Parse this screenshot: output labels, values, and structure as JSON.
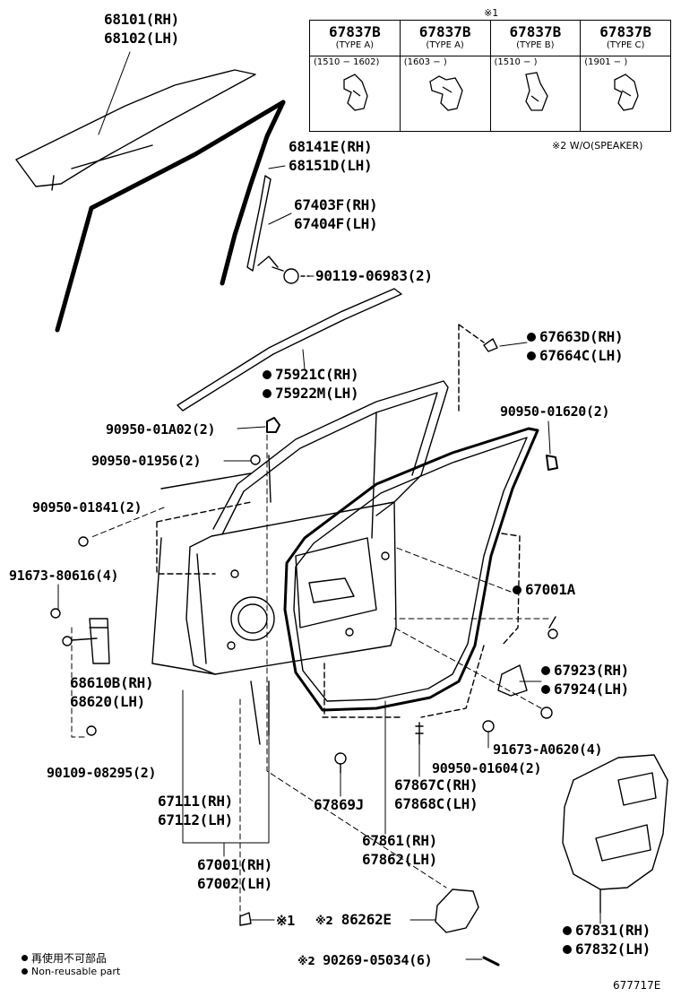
{
  "variant_table": {
    "note_mark": "※1",
    "columns": [
      {
        "code": "67837B",
        "type": "(TYPE A)",
        "range": "(1510 − 1602)"
      },
      {
        "code": "67837B",
        "type": "(TYPE A)",
        "range": "(1603 −       )"
      },
      {
        "code": "67837B",
        "type": "(TYPE B)",
        "range": "(1510 −       )"
      },
      {
        "code": "67837B",
        "type": "(TYPE C)",
        "range": "(1901 −       )"
      }
    ]
  },
  "footnote_speaker": "※2 W/O(SPEAKER)",
  "parts": {
    "glass": [
      "68101(RH)",
      "68102(LH)"
    ],
    "run_channel": [
      "68141E(RH)",
      "68151D(LH)"
    ],
    "rear_channel": [
      "67403F(RH)",
      "67404F(LH)"
    ],
    "bolt_06983": "90119-06983(2)",
    "belt_moulding": [
      "75921C(RH)",
      "75922M(LH)"
    ],
    "cover_67663": [
      "67663D(RH)",
      "67664C(LH)"
    ],
    "clip_01a02": "90950-01A02(2)",
    "clip_01620": "90950-01620(2)",
    "clip_01956": "90950-01956(2)",
    "clip_01841": "90950-01841(2)",
    "bolt_80616": "91673-80616(4)",
    "panel_67001a": "67001A",
    "hinge": [
      "68610B(RH)",
      "68620(LH)"
    ],
    "bracket_67923": [
      "67923(RH)",
      "67924(LH)"
    ],
    "bolt_a0620": "91673-A0620(4)",
    "bolt_08295": "90109-08295(2)",
    "clip_01604": "90950-01604(2)",
    "outer_panel": [
      "67111(RH)",
      "67112(LH)"
    ],
    "pin_67869": "67869J",
    "retainer_67867": [
      "67867C(RH)",
      "67868C(LH)"
    ],
    "weatherstrip": [
      "67861(RH)",
      "67862(LH)"
    ],
    "door_assy": [
      "67001(RH)",
      "67002(LH)"
    ],
    "mark_1": "※1",
    "hole_cover": "86262E",
    "hole_cover_mark": "※2",
    "screw_05034": "90269-05034(6)",
    "screw_mark": "※2",
    "service_hole_cover": [
      "67831(RH)",
      "67832(LH)"
    ]
  },
  "legend": {
    "line_jp": "再使用不可部品",
    "line_en": "Non-reusable part"
  },
  "figure_id": "677717E"
}
